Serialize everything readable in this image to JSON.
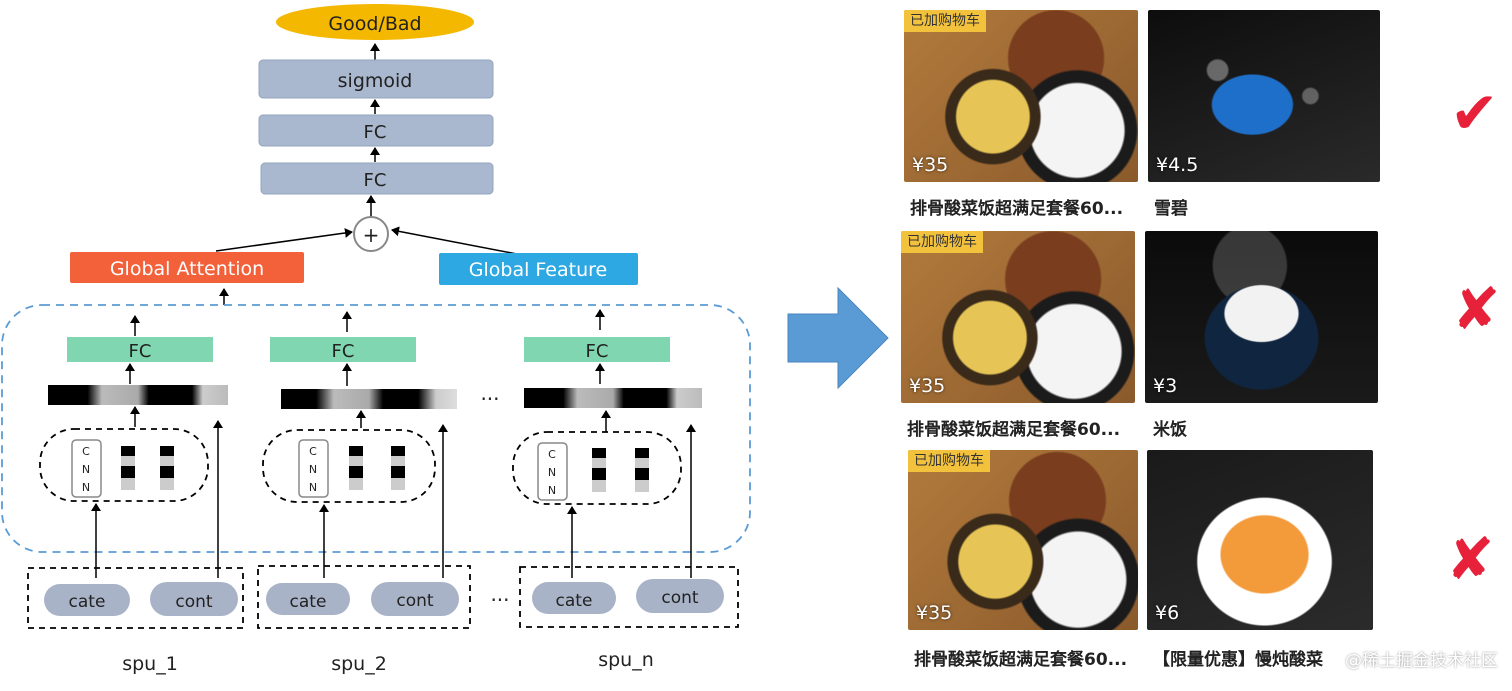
{
  "model": {
    "output_label": "Good/Bad",
    "sigmoid_label": "sigmoid",
    "fc_top_label": "FC",
    "fc_mid_label": "FC",
    "combine_symbol": "+",
    "global_attention_label": "Global Attention",
    "global_feature_label": "Global Feature",
    "ellipsis": "···",
    "spus": [
      {
        "fc_label": "FC",
        "cnn_label": "C N N",
        "cate_label": "cate",
        "cont_label": "cont",
        "name": "spu_1"
      },
      {
        "fc_label": "FC",
        "cnn_label": "C N N",
        "cate_label": "cate",
        "cont_label": "cont",
        "name": "spu_2"
      },
      {
        "fc_label": "FC",
        "cnn_label": "C N N",
        "cate_label": "cate",
        "cont_label": "cont",
        "name": "spu_n"
      }
    ],
    "colors": {
      "output": "#f5b800",
      "layer": "#a9b8ce",
      "attention": "#f2613a",
      "feature": "#2ea8e3",
      "fc": "#7fd6b0",
      "dashed": "#5b9bd5",
      "pill": "#a9b3c8",
      "arrow": "#5b9bd5"
    }
  },
  "examples": {
    "badge": "已加购物车",
    "rows": [
      {
        "left": {
          "price": "¥35",
          "title": "排骨酸菜饭超满足套餐60..."
        },
        "right": {
          "price": "¥4.5",
          "title": "雪碧",
          "label_icon": "soda-can-image"
        },
        "verdict": "check-icon",
        "verdict_glyph": "✔"
      },
      {
        "left": {
          "price": "¥35",
          "title": "排骨酸菜饭超满足套餐60..."
        },
        "right": {
          "price": "¥3",
          "title": "米饭",
          "label_icon": "rice-bowl-image"
        },
        "verdict": "cross-icon",
        "verdict_glyph": "✘"
      },
      {
        "left": {
          "price": "¥35",
          "title": "排骨酸菜饭超满足套餐60..."
        },
        "right": {
          "price": "¥6",
          "title": "【限量优惠】慢炖酸菜",
          "label_icon": "pickled-cabbage-image"
        },
        "verdict": "cross-icon",
        "verdict_glyph": "✘"
      }
    ],
    "watermark": "@稀土掘金技术社区",
    "colors": {
      "check": "#e8213a",
      "cross": "#e8213a",
      "badge": "#f3c23d"
    }
  }
}
